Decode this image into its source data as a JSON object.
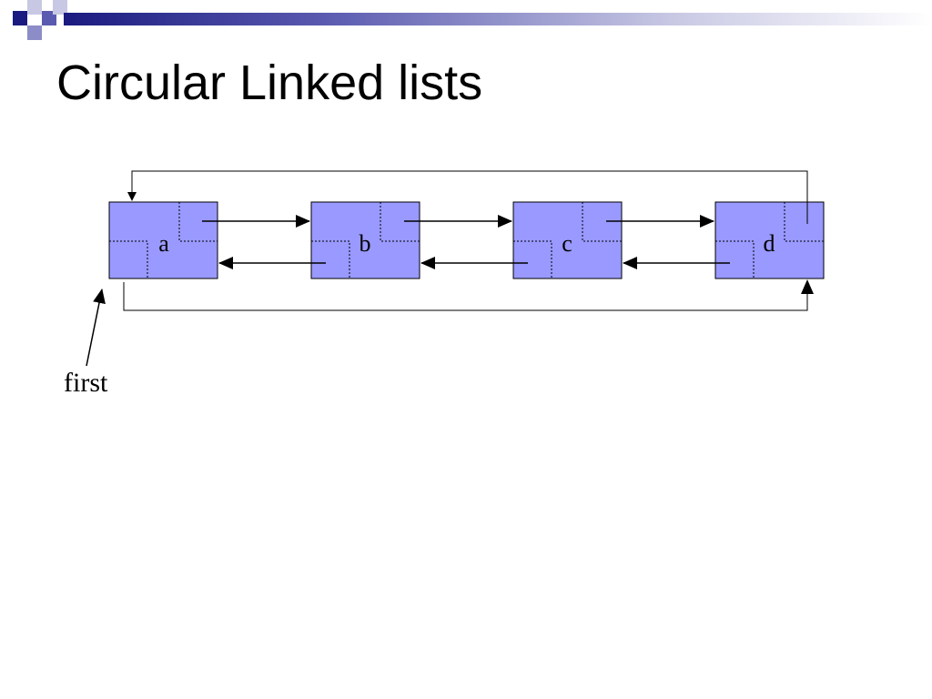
{
  "title": "Circular Linked lists",
  "pointer_label": "first",
  "nodes": [
    {
      "label": "a"
    },
    {
      "label": "b"
    },
    {
      "label": "c"
    },
    {
      "label": "d"
    }
  ],
  "colors": {
    "node_fill": "#9999ff",
    "stroke": "#000000",
    "accent_dark": "#1a1a80",
    "accent_mid": "#5a5ab0",
    "accent_light": "#c8c8e4"
  }
}
